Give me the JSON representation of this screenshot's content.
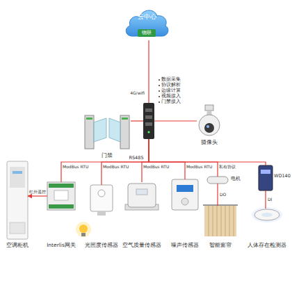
{
  "diagram": {
    "nodes": [
      {
        "text": [
          "云中心"
        ]
      },
      {
        "text": [
          "物联"
        ],
        "in": 0
      },
      {
        "text": [
          "数据采集",
          "协议解析",
          "边缘计算",
          "视频接入",
          "门禁接入"
        ]
      },
      {
        "text": [
          "门禁"
        ]
      },
      {
        "text": [
          "摄像头"
        ]
      },
      {
        "text": [
          "空调柜机"
        ]
      },
      {
        "text": [
          "Interlis网关"
        ]
      },
      {
        "text": [
          "光照度传感器"
        ]
      },
      {
        "text": [
          "空气质量传感器"
        ]
      },
      {
        "text": [
          "噪声传感器"
        ]
      },
      {
        "text": [
          "电机"
        ]
      },
      {
        "text": [
          "智能窗帘"
        ]
      },
      {
        "text": [
          "WD140"
        ]
      },
      {
        "text": [
          "人体存在检测器"
        ]
      }
    ],
    "edges": [
      {
        "from": 0,
        "to": 2,
        "arrow": "none",
        "label": "4G/wifi"
      },
      {
        "from": 2,
        "to": 3,
        "arrow": "none"
      },
      {
        "from": 2,
        "to": 4,
        "arrow": "none"
      },
      {
        "from": 2,
        "to": 6,
        "arrow": "none",
        "label": "ModBus RTU"
      },
      {
        "from": 2,
        "to": 7,
        "arrow": "none",
        "label": "ModBus RTU"
      },
      {
        "from": 2,
        "to": 8,
        "arrow": "none",
        "label": "ModBus RTU"
      },
      {
        "from": 2,
        "to": 9,
        "arrow": "none",
        "label": "ModBus RTU"
      },
      {
        "from": 2,
        "to": 10,
        "arrow": "none",
        "label": "私有协议"
      },
      {
        "from": 2,
        "to": 12,
        "arrow": "none"
      },
      {
        "from": 6,
        "to": 5,
        "arrow": "to",
        "label": "红外遥控"
      },
      {
        "from": 10,
        "to": 11,
        "arrow": "none",
        "label": "DO"
      },
      {
        "from": 12,
        "to": 13,
        "arrow": "none",
        "label": "DI"
      }
    ],
    "labels": [
      "RS485"
    ]
  }
}
